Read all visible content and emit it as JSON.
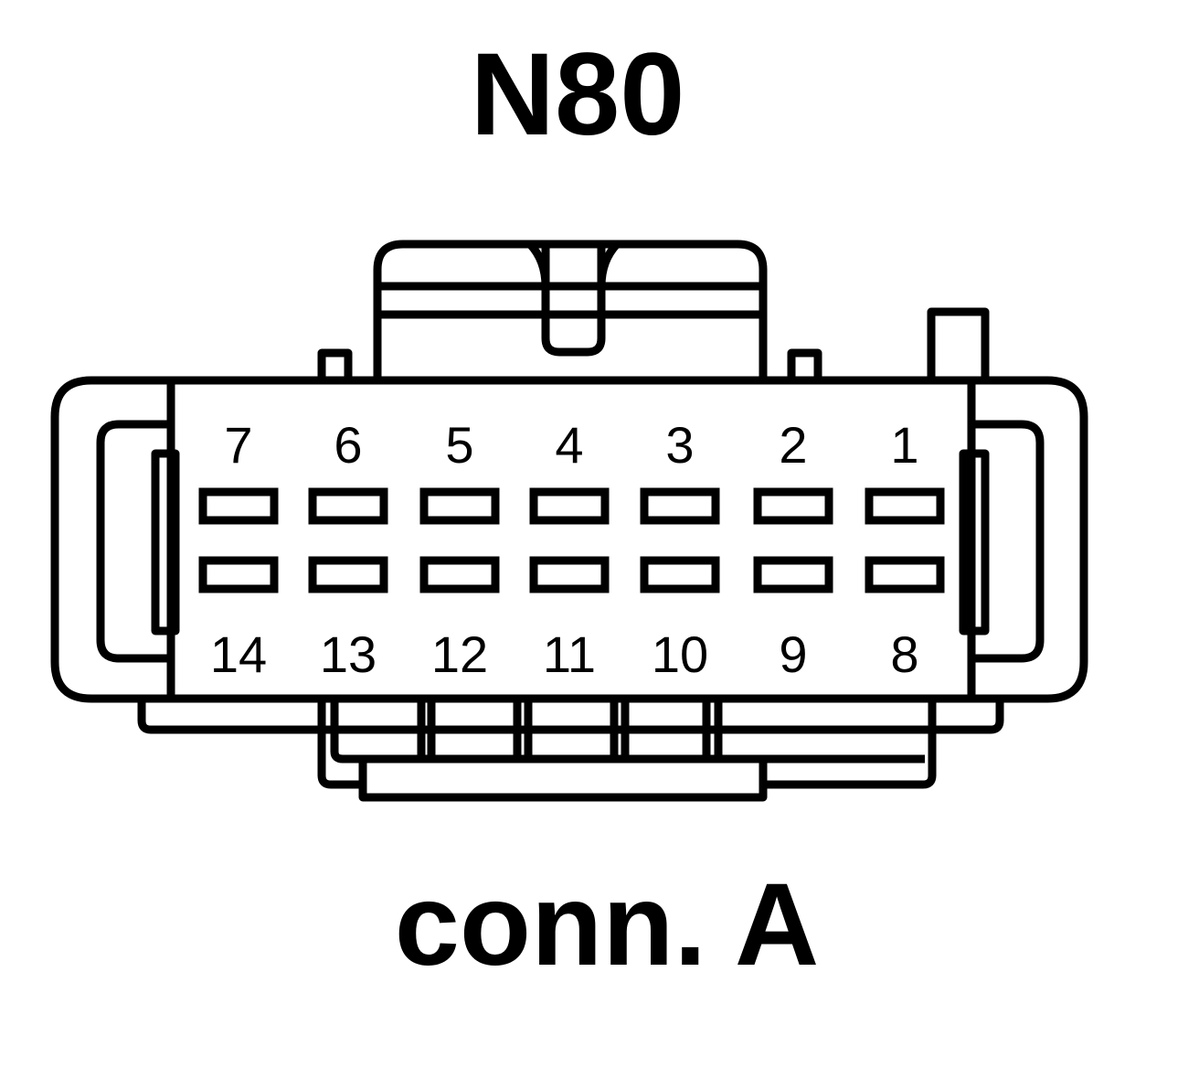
{
  "title": "N80",
  "subtitle": "conn. A",
  "colors": {
    "stroke": "#000000",
    "background": "#ffffff"
  },
  "connector": {
    "top_row": [
      {
        "pin": "7"
      },
      {
        "pin": "6"
      },
      {
        "pin": "5"
      },
      {
        "pin": "4"
      },
      {
        "pin": "3"
      },
      {
        "pin": "2"
      },
      {
        "pin": "1"
      }
    ],
    "bottom_row": [
      {
        "pin": "14"
      },
      {
        "pin": "13"
      },
      {
        "pin": "12"
      },
      {
        "pin": "11"
      },
      {
        "pin": "10"
      },
      {
        "pin": "9"
      },
      {
        "pin": "8"
      }
    ]
  }
}
